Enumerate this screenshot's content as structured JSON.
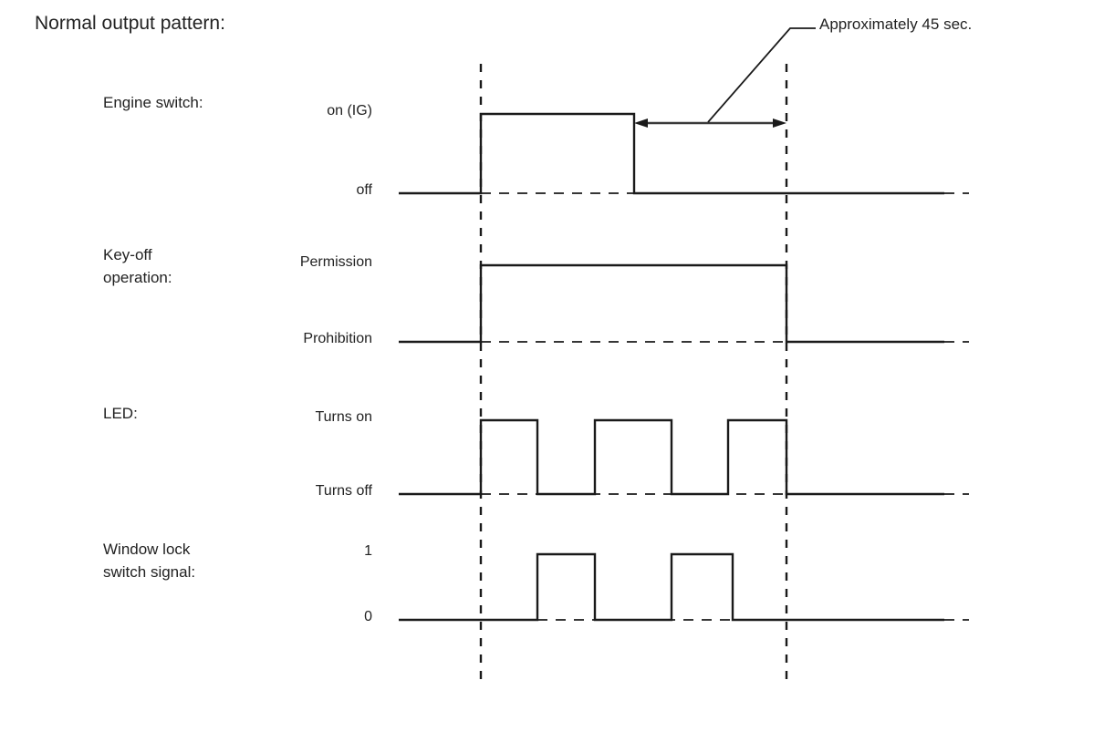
{
  "title": "Normal output pattern:",
  "annotation": {
    "text": "Approximately 45 sec."
  },
  "rows": [
    {
      "name": "Engine switch:",
      "high_label": "on (IG)",
      "low_label": "off"
    },
    {
      "name": "Key-off\noperation:",
      "high_label": "Permission",
      "low_label": "Prohibition"
    },
    {
      "name": "LED:",
      "high_label": "Turns on",
      "low_label": "Turns off"
    },
    {
      "name": "Window lock\nswitch signal:",
      "high_label": "1",
      "low_label": "0"
    }
  ],
  "chart_data": {
    "type": "line",
    "title": "Normal output pattern:",
    "subtitle": "",
    "xlabel": "",
    "ylabel": "",
    "grid": false,
    "legend": "none",
    "annotations": [
      {
        "text": "Approximately 45 sec.",
        "measures": "interval from engine switch turning off to end of key-off operation permission window",
        "from_x": 695,
        "to_x": 862
      }
    ],
    "markers": [
      {
        "name": "t1-engine-switch-on",
        "x": 527
      },
      {
        "name": "t2-key-off-timer-expires",
        "x": 862
      }
    ],
    "series": [
      {
        "name": "Engine switch",
        "levels": [
          "off",
          "on (IG)"
        ],
        "transitions": [
          {
            "x": 437,
            "level": "off"
          },
          {
            "x": 527,
            "level": "on (IG)"
          },
          {
            "x": 695,
            "level": "off"
          },
          {
            "x": 1062,
            "level": "off"
          }
        ]
      },
      {
        "name": "Key-off operation",
        "levels": [
          "Prohibition",
          "Permission"
        ],
        "transitions": [
          {
            "x": 437,
            "level": "Prohibition"
          },
          {
            "x": 527,
            "level": "Permission"
          },
          {
            "x": 862,
            "level": "Prohibition"
          },
          {
            "x": 1062,
            "level": "Prohibition"
          }
        ]
      },
      {
        "name": "LED",
        "levels": [
          "Turns off",
          "Turns on"
        ],
        "pulse_count": 3,
        "transitions": [
          {
            "x": 437,
            "level": "Turns off"
          },
          {
            "x": 527,
            "level": "Turns on"
          },
          {
            "x": 589,
            "level": "Turns off"
          },
          {
            "x": 652,
            "level": "Turns on"
          },
          {
            "x": 736,
            "level": "Turns off"
          },
          {
            "x": 798,
            "level": "Turns on"
          },
          {
            "x": 862,
            "level": "Turns off"
          },
          {
            "x": 1062,
            "level": "Turns off"
          }
        ]
      },
      {
        "name": "Window lock switch signal",
        "levels": [
          "0",
          "1"
        ],
        "pulse_count": 2,
        "transitions": [
          {
            "x": 437,
            "level": "0"
          },
          {
            "x": 589,
            "level": "1"
          },
          {
            "x": 652,
            "level": "0"
          },
          {
            "x": 736,
            "level": "1"
          },
          {
            "x": 803,
            "level": "0"
          },
          {
            "x": 1062,
            "level": "0"
          }
        ]
      }
    ]
  }
}
